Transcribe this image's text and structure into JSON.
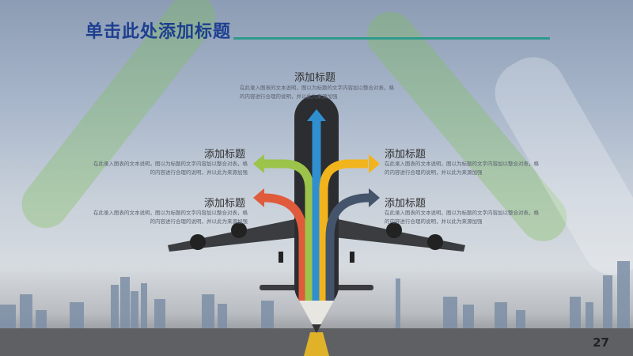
{
  "title": "单击此处添加标题",
  "page_number": "27",
  "items": [
    {
      "label": "添加标题",
      "text": "在此录入图表的文本说明，图以为标题的文字内容加以整合对表，格的内容进行合理的说明，并以此为来源加强"
    },
    {
      "label": "添加标题",
      "text": "在此录入图表的文本说明，图以为标题的文字内容加以整合对表，格的内容进行合理的说明，并以此为来源加强"
    },
    {
      "label": "添加标题",
      "text": "在此录入图表的文本说明，图以为标题的文字内容加以整合对表，格的内容进行合理的说明，并以此为来源加强"
    },
    {
      "label": "添加标题",
      "text": "在此录入图表的文本说明，图以为标题的文字内容加以整合对表，格的内容进行合理的说明，并以此为来源加强"
    },
    {
      "label": "添加标题",
      "text": "在此录入图表的文本说明，图以为标题的文字内容加以整合对表，格的内容进行合理的说明，并以此为来源加强"
    }
  ],
  "colors": {
    "title": "#1d3f8f",
    "accent_line": "#2f9a8c",
    "arrow_blue": "#2f8fcf",
    "arrow_green": "#9cc34a",
    "arrow_yellow": "#f2b41c",
    "arrow_red": "#e05a3c",
    "arrow_slate": "#44546a"
  },
  "icons": [
    "airplane-icon",
    "pencil-tip-icon",
    "city-skyline-icon"
  ]
}
